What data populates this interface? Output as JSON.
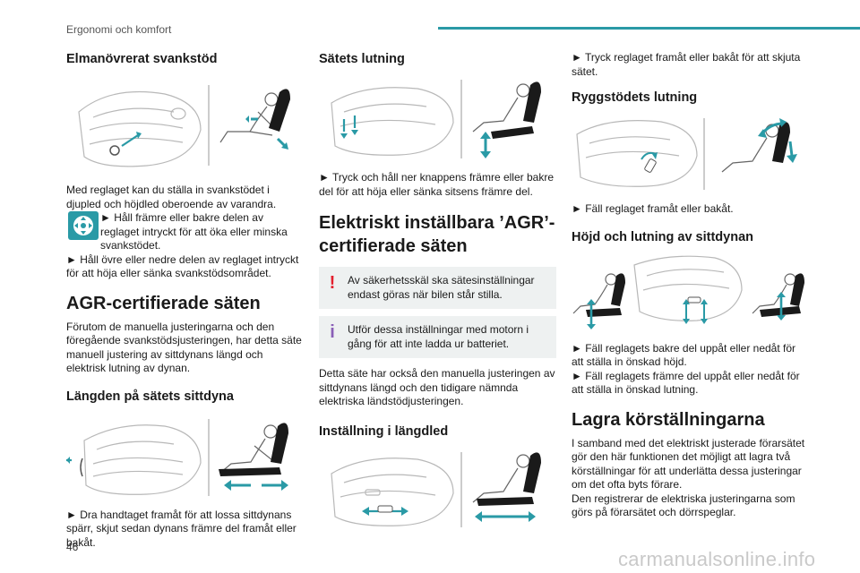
{
  "header": {
    "section": "Ergonomi och komfort"
  },
  "colors": {
    "accent": "#2a9aa6",
    "warning": "#e4202e",
    "info": "#8a5fb7"
  },
  "col1": {
    "lumbar": {
      "title": "Elmanövrerat svankstöd",
      "p1": "Med reglaget kan du ställa in svankstödet i djupled och höjdled oberoende av varandra.",
      "p2": "► Håll främre eller bakre delen av reglaget intryckt för att öka eller minska svankstödet.",
      "p3": "► Håll övre eller nedre delen av reglaget intryckt för att höja eller sänka svankstödsområdet."
    },
    "agr": {
      "title": "AGR-certifierade säten",
      "p1": "Förutom de manuella justeringarna och den föregående svankstödsjusteringen, har detta säte manuell justering av sittdynans längd och elektrisk lutning av dynan."
    },
    "cushion": {
      "title": "Längden på sätets sittdyna",
      "p1": "► Dra handtaget framåt för att lossa sittdynans spärr, skjut sedan dynans främre del framåt eller bakåt."
    }
  },
  "col2": {
    "tilt": {
      "title": "Sätets lutning",
      "p1": "► Tryck och håll ner knappens främre eller bakre del för att höja eller sänka sitsens främre del."
    },
    "electric": {
      "title": "Elektriskt inställbara ’AGR’-certifierade säten",
      "warning_mark": "!",
      "warning": "Av säkerhetsskäl ska sätesinställningar endast göras när bilen står stilla.",
      "info_mark": "i",
      "info": "Utför dessa inställningar med motorn i gång för att inte ladda ur batteriet.",
      "p1": "Detta säte har också den manuella justeringen av sittdynans längd och den tidigare nämnda elektriska ländstödjusteringen."
    },
    "longitudinal": {
      "title": "Inställning i längdled"
    }
  },
  "col3": {
    "p0": "► Tryck reglaget framåt eller bakåt för att skjuta sätet.",
    "backrest": {
      "title": "Ryggstödets lutning",
      "p1": "► Fäll reglaget framåt eller bakåt."
    },
    "height": {
      "title": "Höjd och lutning av sittdynan",
      "p1": "► Fäll reglagets bakre del uppåt eller nedåt för att ställa in önskad höjd.",
      "p2": "► Fäll reglagets främre del uppåt eller nedåt för att ställa in önskad lutning."
    },
    "memory": {
      "title": "Lagra körställningarna",
      "p1": "I samband med det elektriskt justerade förarsätet gör den här funktionen det möjligt att lagra två körställningar för att underlätta dessa justeringar om det ofta byts förare.",
      "p2": "Den registrerar de elektriska justeringarna som görs på förarsätet och dörrspeglar."
    }
  },
  "footer": {
    "page_number": "46",
    "watermark": "carmanualsonline.info"
  }
}
